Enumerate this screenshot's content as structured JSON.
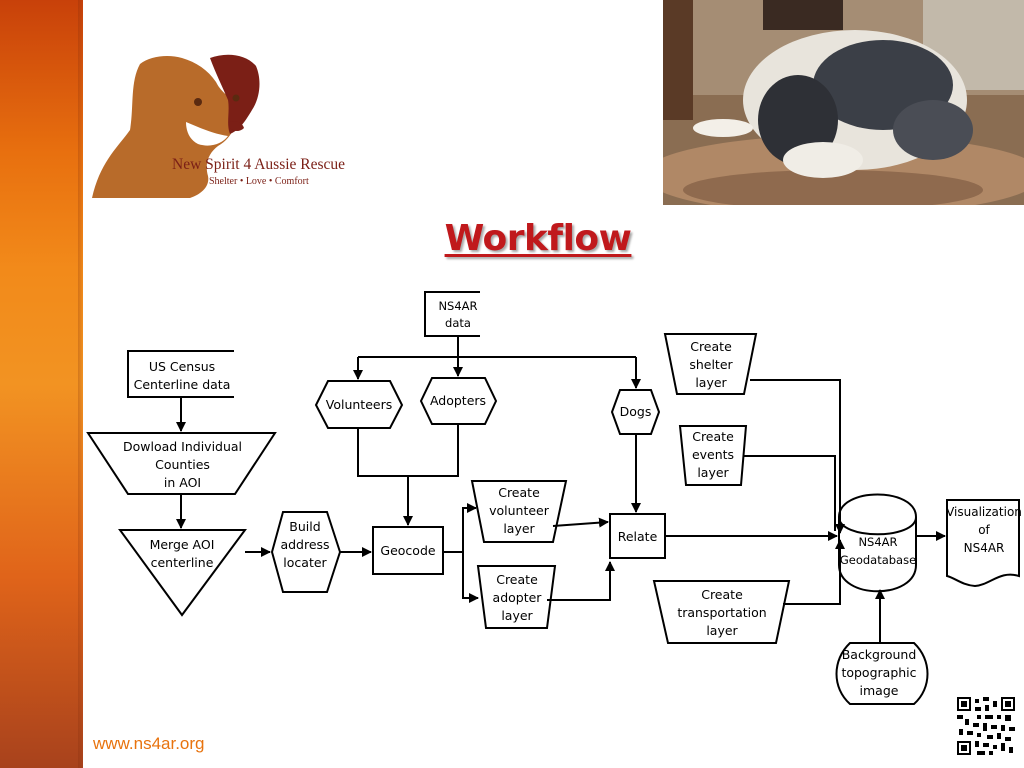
{
  "slide": {
    "title": "Workflow",
    "url": "www.ns4ar.org"
  },
  "logo": {
    "name": "New Spirit 4 Aussie Rescue",
    "tagline": "Shelter • Love • Comfort"
  },
  "diagram": {
    "nodes": {
      "us_census": "US Census\nCenterline data",
      "download_counties": "Dowload Individual\nCounties\nin AOI",
      "merge_aoi": "Merge AOI\ncenterline",
      "build_locater": "Build\naddress\nlocater",
      "geocode": "Geocode",
      "ns4ar_data": "NS4AR\ndata",
      "volunteers": "Volunteers",
      "adopters": "Adopters",
      "dogs": "Dogs",
      "create_volunteer_layer": "Create\nvolunteer\nlayer",
      "create_adopter_layer": "Create\nadopter\nlayer",
      "relate": "Relate",
      "create_shelter_layer": "Create\nshelter\nlayer",
      "create_events_layer": "Create\nevents\nlayer",
      "create_transportation_layer": "Create\ntransportation\nlayer",
      "geodatabase": "NS4AR\nGeodatabase",
      "visualization": "Visualization\nof\nNS4AR",
      "background_topo": "Background\ntopographic\nimage"
    }
  },
  "colors": {
    "title": "#c0191c",
    "url": "#e8730e",
    "sidebar": "#f28a1a",
    "logo": "#7b1f16"
  },
  "icons": [
    "logo-dog",
    "dog-photo",
    "qr-code"
  ]
}
